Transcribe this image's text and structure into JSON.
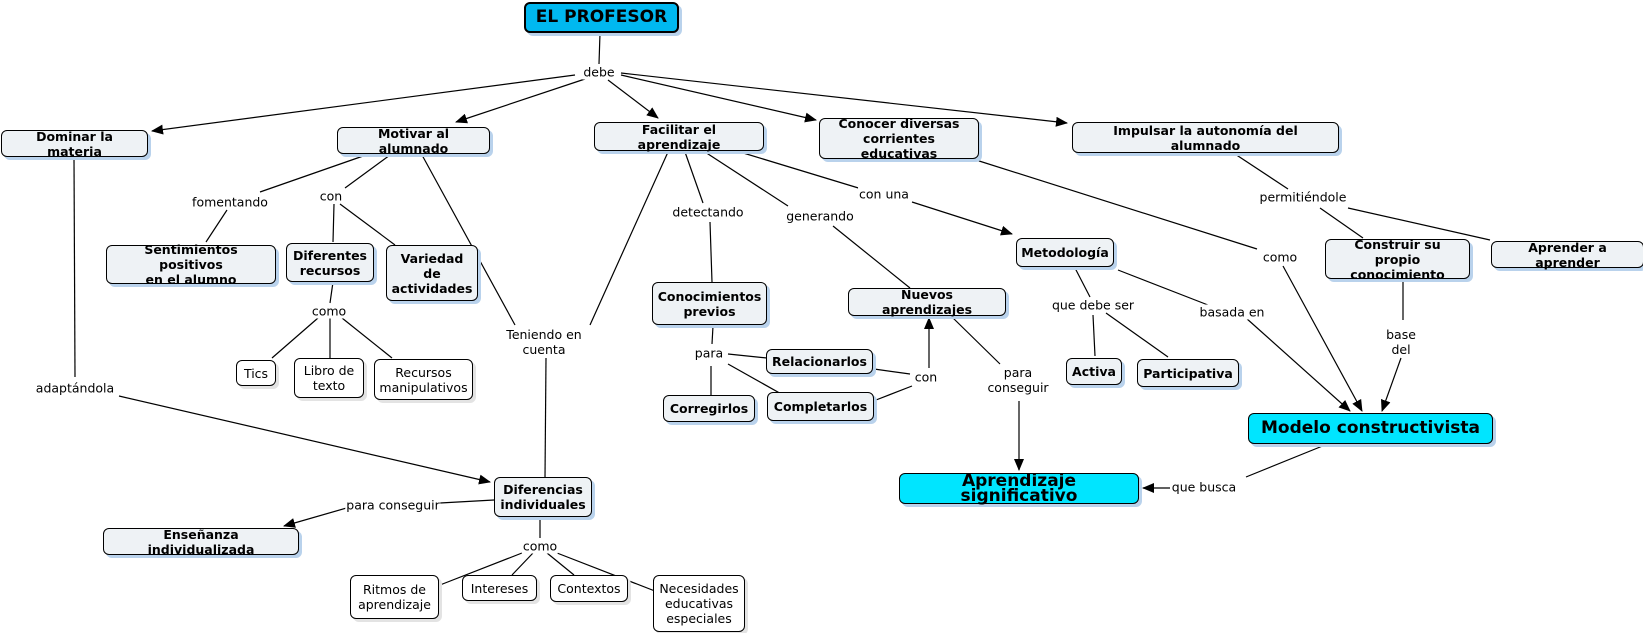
{
  "title": "EL PROFESOR",
  "concepts": {
    "dominar": "Dominar la materia",
    "motivar": "Motivar al alumnado",
    "facilitar": "Facilitar el aprendizaje",
    "conocer_line1": "Conocer diversas",
    "conocer_line2": "corrientes educativas",
    "impulsar": "Impulsar la autonomía del alumnado",
    "sentimientos_line1": "Sentimientos positivos",
    "sentimientos_line2": "en el alumno",
    "recursos_line1": "Diferentes",
    "recursos_line2": "recursos",
    "variedad_line1": "Variedad",
    "variedad_line2": "de",
    "variedad_line3": "actividades",
    "tics": "Tics",
    "libro_line1": "Libro de",
    "libro_line2": "texto",
    "manip_line1": "Recursos",
    "manip_line2": "manipulativos",
    "conocimientos_line1": "Conocimientos",
    "conocimientos_line2": "previos",
    "relacionarlos": "Relacionarlos",
    "completarlos": "Completarlos",
    "corregirlos": "Corregirlos",
    "nuevos": "Nuevos aprendizajes",
    "metodologia": "Metodología",
    "activa": "Activa",
    "participativa": "Participativa",
    "construir_line1": "Construir su propio",
    "construir_line2": "conocimiento",
    "aprender": "Aprender a aprender",
    "modelo": "Modelo constructivista",
    "significativo": "Aprendizaje significativo",
    "diferencias_line1": "Diferencias",
    "diferencias_line2": "individuales",
    "ensenanza": "Enseñanza individualizada",
    "ritmos_line1": "Ritmos de",
    "ritmos_line2": "aprendizaje",
    "intereses": "Intereses",
    "contextos": "Contextos",
    "necesidades_line1": "Necesidades",
    "necesidades_line2": "educativas",
    "necesidades_line3": "especiales"
  },
  "linking_phrases": {
    "debe": "debe",
    "fomentando": "fomentando",
    "con_motivar": "con",
    "como_recursos": "como",
    "detectando": "detectando",
    "generando": "generando",
    "con_una": "con una",
    "teniendo_line1": "Teniendo en",
    "teniendo_line2": "cuenta",
    "para": "para",
    "con_nuevos": "con",
    "para_conseguir_line1": "para",
    "para_conseguir_line2": "conseguir",
    "que_debe_ser": "que debe ser",
    "basada_en": "basada en",
    "como_modelo": "como",
    "permitiendole": "permitiéndole",
    "base_line1": "base",
    "base_line2": "del",
    "que_busca": "que busca",
    "adaptandola": "adaptándola",
    "para_conseguir_ens": "para conseguir",
    "como_diferencias": "como"
  },
  "colors": {
    "root_fill": "#00b8f0",
    "highlight_fill": "#00e5ff",
    "concept_fill": "#eef2f5",
    "shadow": "#b9d2ec",
    "line": "#000000"
  }
}
